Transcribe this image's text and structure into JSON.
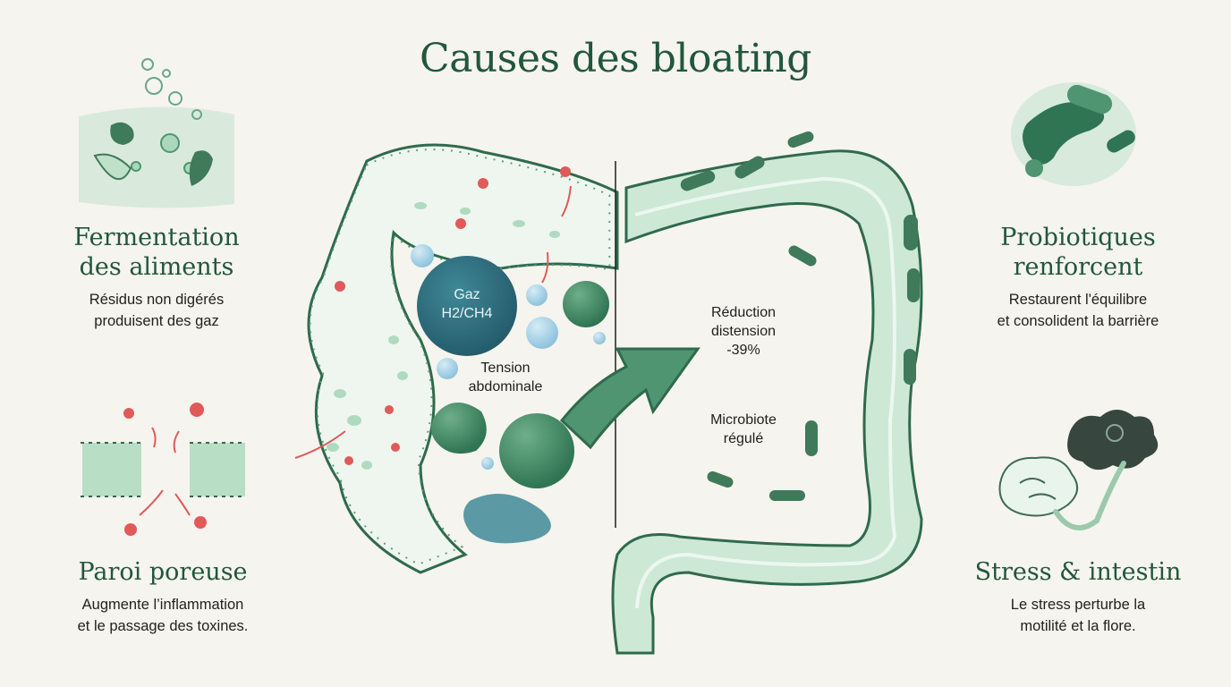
{
  "title": "Causes des bloating",
  "colors": {
    "accent": "#21573a",
    "mint": "#a9d8bb",
    "alert": "#e05a5a",
    "gas": "#2f6f7a",
    "background": "#f6f4ee"
  },
  "panels": {
    "fermentation": {
      "title_lines": [
        "Fermentation",
        "des aliments"
      ],
      "desc_lines": [
        "Résidus non digérés",
        "produisent des gaz"
      ],
      "icon": "fermentation-bubbles-icon"
    },
    "porous_wall": {
      "title_lines": [
        "Paroi poreuse"
      ],
      "desc_lines": [
        "Augmente l’inflammation",
        "et le passage des toxines."
      ],
      "icon": "leaky-gut-wall-icon"
    },
    "probiotics": {
      "title_lines": [
        "Probiotiques",
        "renforcent"
      ],
      "desc_lines": [
        "Restaurent l'équilibre",
        "et consolident la barrière"
      ],
      "icon": "probiotic-bacteria-icon"
    },
    "stress": {
      "title_lines": [
        "Stress & intestin"
      ],
      "desc_lines": [
        "Le stress perturbe la",
        "motilité et la flore."
      ],
      "icon": "brain-gut-cloud-icon"
    }
  },
  "center": {
    "gas_lines": [
      "Gaz",
      "H2/CH4"
    ],
    "tension_lines": [
      "Tension",
      "abdominale"
    ],
    "reduction_lines": [
      "Réduction",
      "distension",
      "-39%"
    ],
    "microbiote_lines": [
      "Microbiote",
      "régulé"
    ]
  }
}
